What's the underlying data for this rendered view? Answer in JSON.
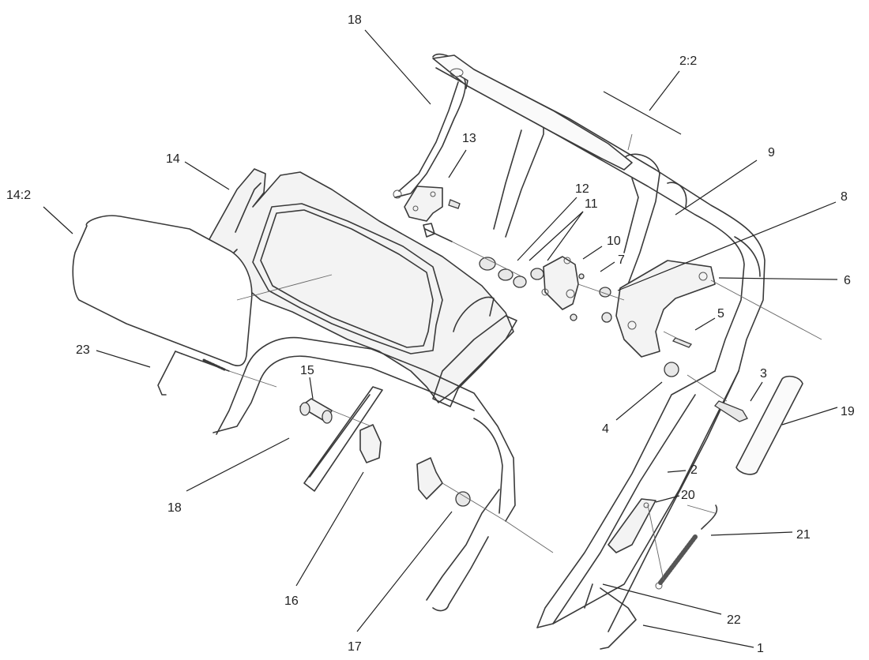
{
  "diagram": {
    "callouts": [
      {
        "id": "c-18-top",
        "label": "18"
      },
      {
        "id": "c-2-2",
        "label": "2:2"
      },
      {
        "id": "c-13",
        "label": "13"
      },
      {
        "id": "c-14",
        "label": "14"
      },
      {
        "id": "c-9",
        "label": "9"
      },
      {
        "id": "c-14-2",
        "label": "14:2"
      },
      {
        "id": "c-12",
        "label": "12"
      },
      {
        "id": "c-11",
        "label": "11"
      },
      {
        "id": "c-8",
        "label": "8"
      },
      {
        "id": "c-10",
        "label": "10"
      },
      {
        "id": "c-7",
        "label": "7"
      },
      {
        "id": "c-6",
        "label": "6"
      },
      {
        "id": "c-5",
        "label": "5"
      },
      {
        "id": "c-23",
        "label": "23"
      },
      {
        "id": "c-15",
        "label": "15"
      },
      {
        "id": "c-3",
        "label": "3"
      },
      {
        "id": "c-4",
        "label": "4"
      },
      {
        "id": "c-19",
        "label": "19"
      },
      {
        "id": "c-2",
        "label": "2"
      },
      {
        "id": "c-20",
        "label": "20"
      },
      {
        "id": "c-18-bottom",
        "label": "18"
      },
      {
        "id": "c-21",
        "label": "21"
      },
      {
        "id": "c-16",
        "label": "16"
      },
      {
        "id": "c-22",
        "label": "22"
      },
      {
        "id": "c-17",
        "label": "17"
      },
      {
        "id": "c-1",
        "label": "1"
      }
    ]
  }
}
